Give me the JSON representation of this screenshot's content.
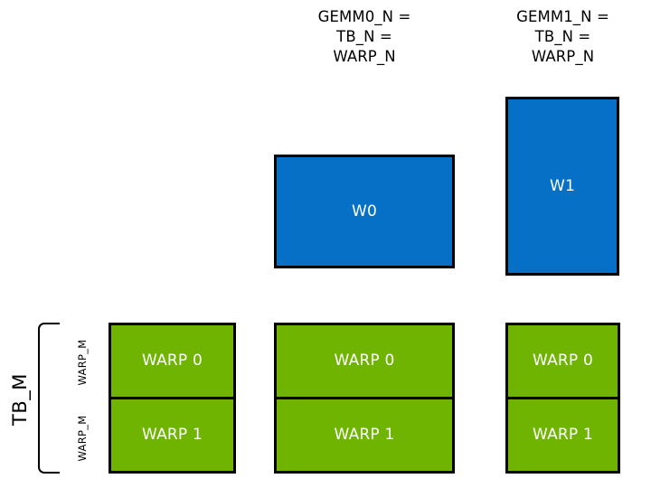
{
  "diagram": {
    "title_hidden": "",
    "colors": {
      "blue": "#0670c6",
      "green": "#6eb400",
      "outline": "#000000",
      "text_on_fill": "#ffffff",
      "background": "#ffffff"
    },
    "headers": [
      {
        "id": "gemm0",
        "text": "GEMM0_N =\nTB_N =\nWARP_N"
      },
      {
        "id": "gemm1",
        "text": "GEMM1_N =\nTB_N =\nWARP_N"
      }
    ],
    "blue_blocks": [
      {
        "id": "w0",
        "label": "W0"
      },
      {
        "id": "w1",
        "label": "W1"
      }
    ],
    "warp_columns": [
      {
        "id": "col0",
        "cells": [
          "WARP 0",
          "WARP 1"
        ]
      },
      {
        "id": "col1",
        "cells": [
          "WARP 0",
          "WARP 1"
        ]
      },
      {
        "id": "col2",
        "cells": [
          "WARP 0",
          "WARP 1"
        ]
      }
    ],
    "side_labels": {
      "tb_m": "TB_M",
      "warp_m_top": "WARP_M",
      "warp_m_bottom": "WARP_M"
    }
  }
}
